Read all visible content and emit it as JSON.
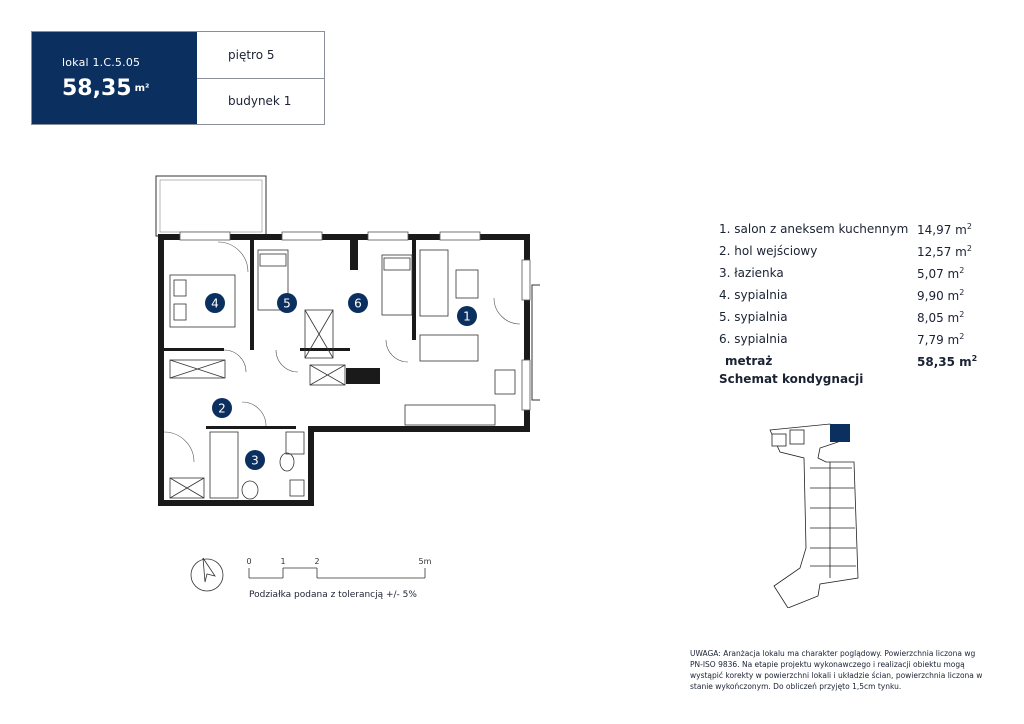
{
  "header": {
    "unit_code": "lokal 1.C.5.05",
    "area_value": "58,35",
    "area_unit": "m²",
    "floor": "piętro 5",
    "building": "budynek 1"
  },
  "plan": {
    "room_numbers": [
      "1",
      "2",
      "3",
      "4",
      "5",
      "6"
    ],
    "colors": {
      "wall": "#1a1a1a",
      "badge": "#0b2f5e",
      "accent": "#0b2f5e"
    }
  },
  "rooms": [
    {
      "name": "1. salon z aneksem kuchennym",
      "area": "14,97 m",
      "sup": "2"
    },
    {
      "name": "2. hol wejściowy",
      "area": "12,57 m",
      "sup": "2"
    },
    {
      "name": "3. łazienka",
      "area": "5,07 m",
      "sup": "2"
    },
    {
      "name": "4. sypialnia",
      "area": "9,90 m",
      "sup": "2"
    },
    {
      "name": "5. sypialnia",
      "area": "8,05 m",
      "sup": "2"
    },
    {
      "name": "6. sypialnia",
      "area": "7,79 m",
      "sup": "2"
    }
  ],
  "total": {
    "label": "metraż",
    "area": "58,35 m",
    "sup": "2"
  },
  "schema_title": "Schemat kondygnacji",
  "scale": {
    "ticks": [
      "0",
      "1",
      "2",
      "5m"
    ],
    "note": "Podziałka podana z tolerancją +/- 5%"
  },
  "note": "UWAGA: Aranżacja lokalu ma charakter poglądowy. Powierzchnia liczona wg PN-ISO 9836. Na etapie projektu wykonawczego i realizacji obiektu mogą wystąpić korekty w powierzchni lokali i układzie ścian, powierzchnia liczona w stanie wykończonym. Do obliczeń przyjęto 1,5cm tynku."
}
